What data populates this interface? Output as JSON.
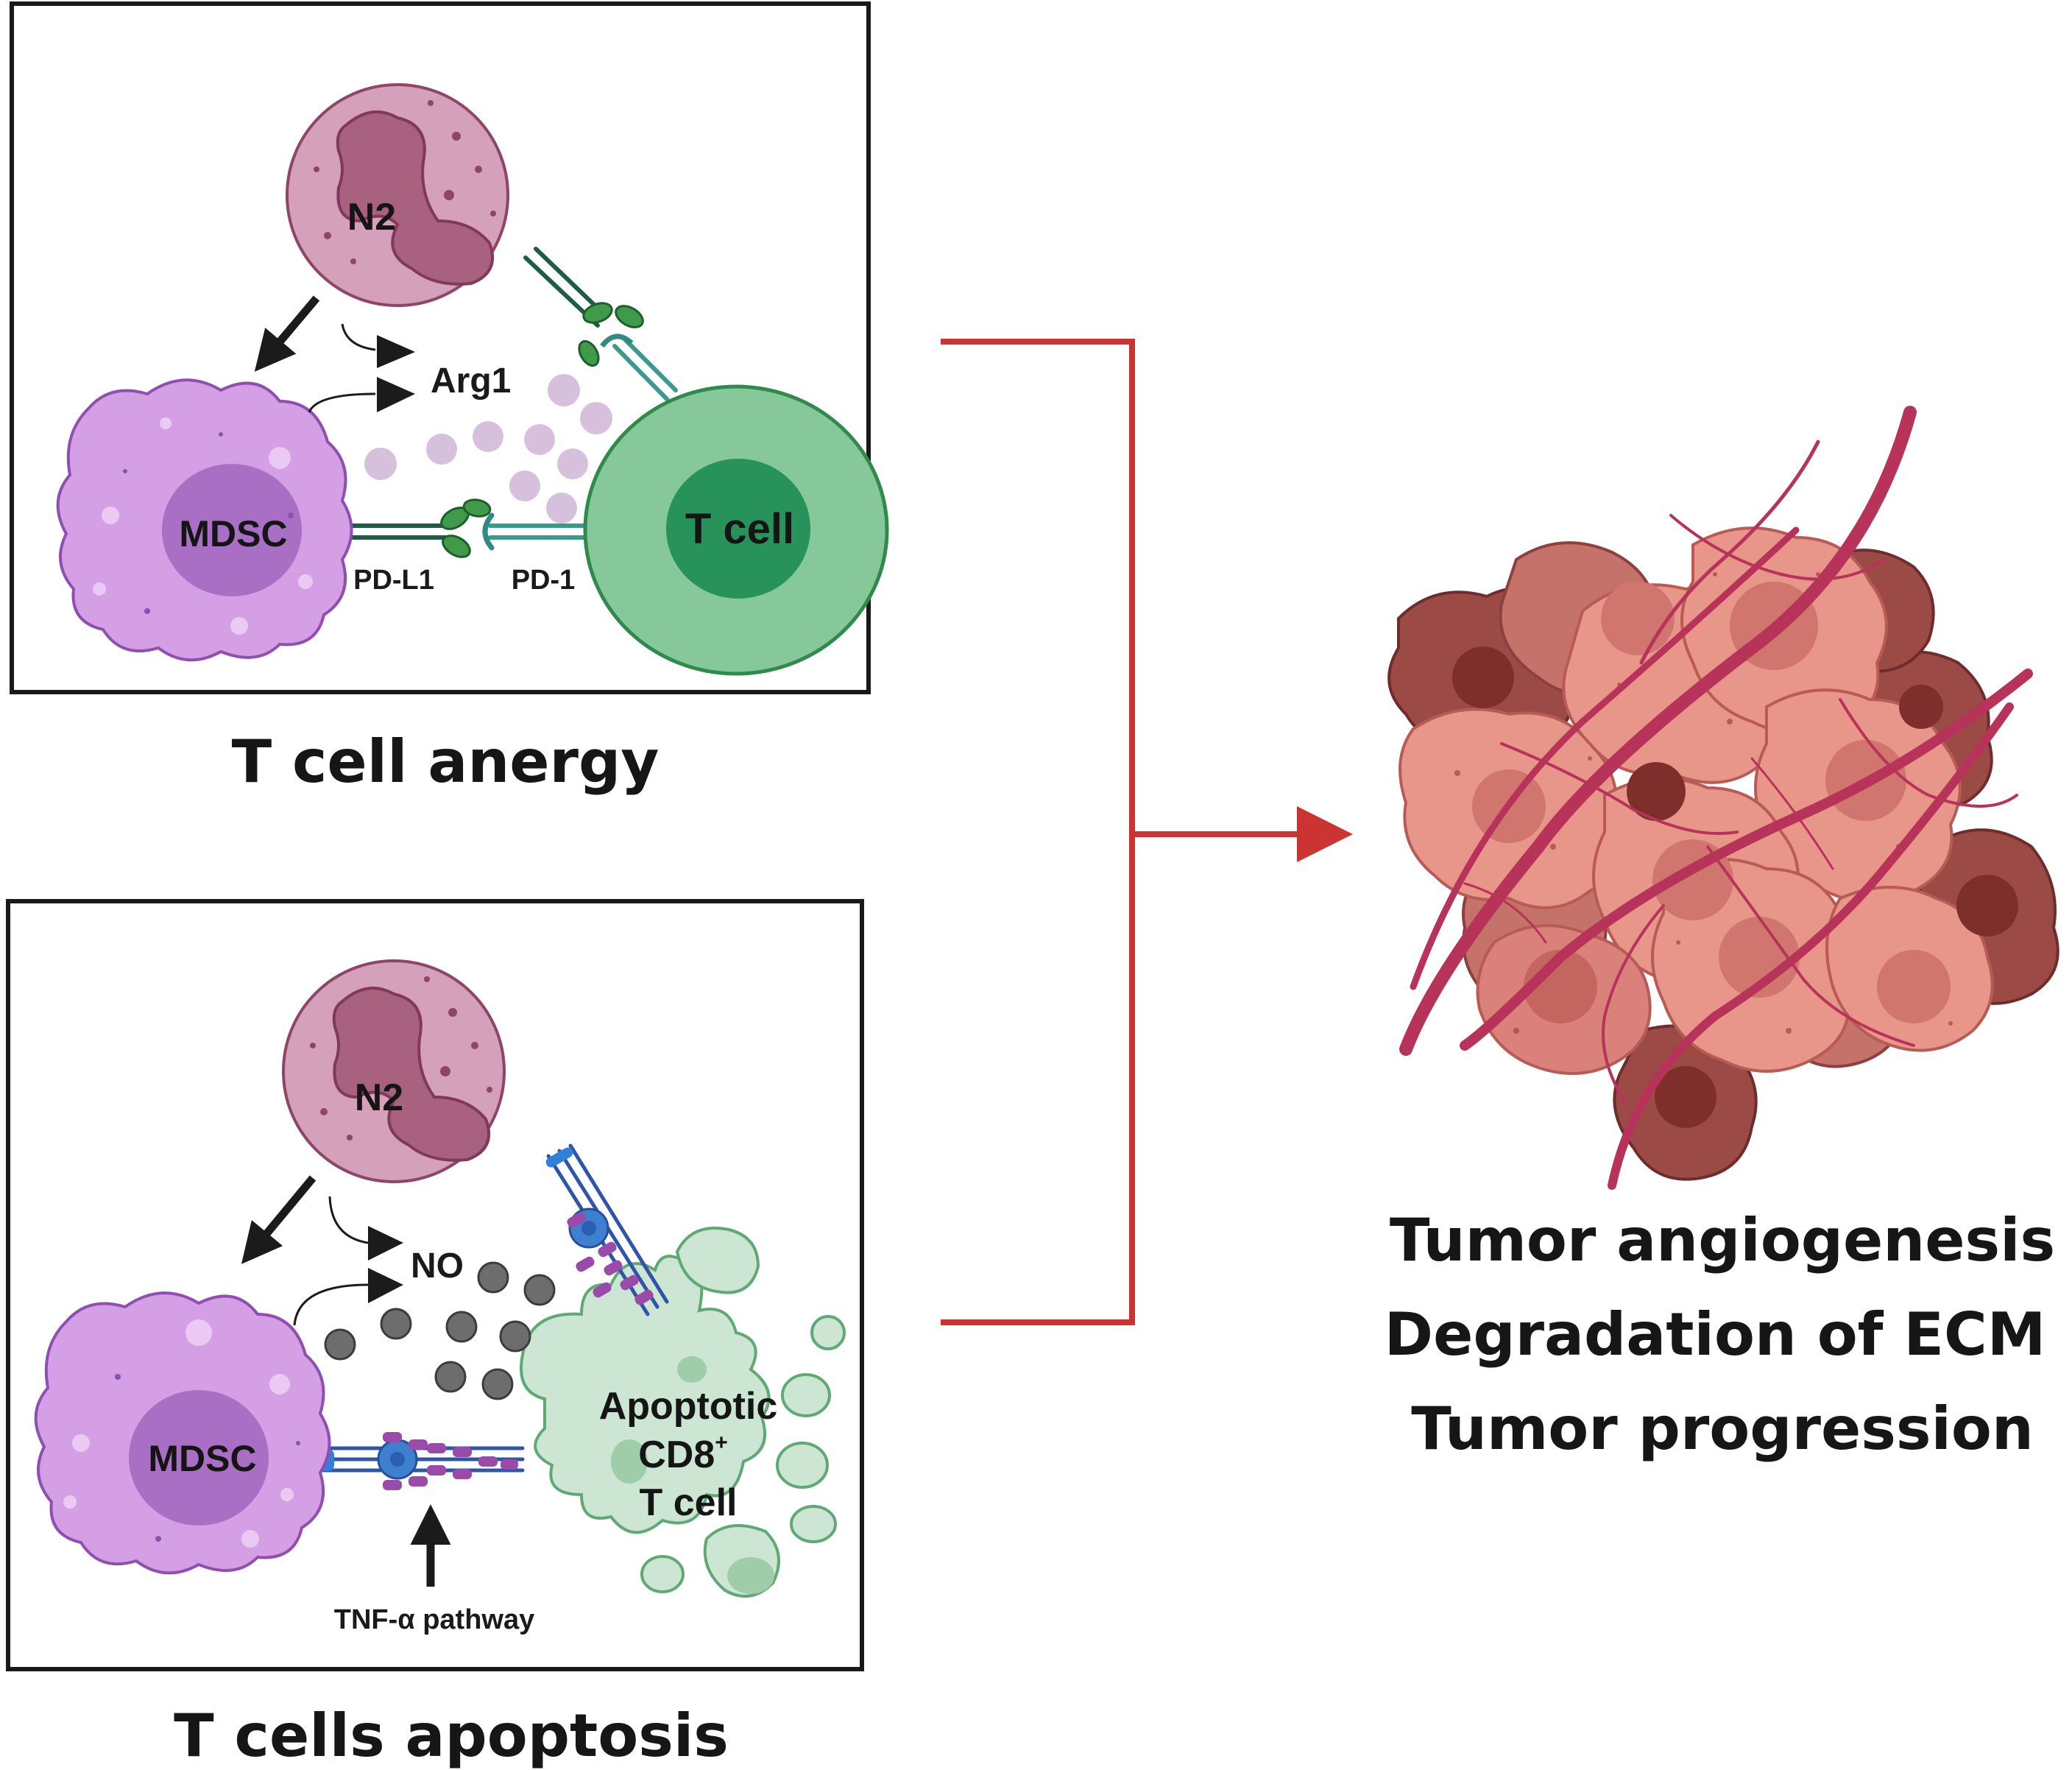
{
  "panel_top": {
    "neutrophil_label": "N2",
    "mdsc_label": "MDSC",
    "tcell_label": "T cell",
    "mediator_label": "Arg1",
    "ligand_label": "PD-L1",
    "receptor_label": "PD-1",
    "caption": "T cell anergy"
  },
  "panel_bottom": {
    "neutrophil_label": "N2",
    "mdsc_label": "MDSC",
    "mediator_label": "NO",
    "apoptotic_line1": "Apoptotic",
    "apoptotic_line2": "CD8",
    "apoptotic_sup": "+",
    "apoptotic_line3": "T cell",
    "pathway_label": "TNF-α pathway",
    "caption": "T cells apoptosis"
  },
  "outcomes": [
    "Tumor angiogenesis",
    "Degradation of ECM",
    "Tumor progression"
  ],
  "colors": {
    "neutrophil": "#d5a0b9",
    "neutrophil_nucleus": "#a8617f",
    "mdsc": "#d49fe4",
    "mdsc_nucleus": "#a96fc4",
    "tcell": "#86c89a",
    "tcell_nucleus": "#27935a",
    "apoptotic": "#cde5d3",
    "bracket": "#cc3333",
    "vessel": "#b8335a",
    "tumor_light": "#e8958a",
    "tumor_dark": "#9c4a45"
  }
}
